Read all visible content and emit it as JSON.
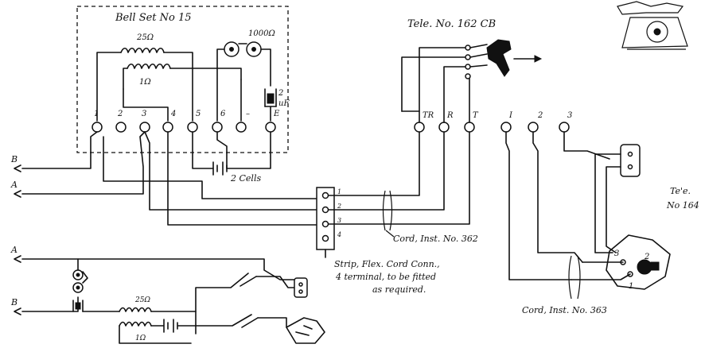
{
  "labels": {
    "bell_set_title": "Bell Set No 15",
    "tele_162_title": "Tele. No. 162 CB",
    "tele_164_line1": "Te'e.",
    "tele_164_line2": "No 164",
    "res_25": "25Ω",
    "res_1": "1Ω",
    "res_1000": "1000Ω",
    "cap_2uf_a": "2",
    "cap_2uf_b": "uF",
    "cells": "2 Cells",
    "cord_362": "Cord, Inst. No. 362",
    "cord_363": "Cord, Inst. No. 363",
    "strip_line1": "Strip, Flex. Cord Conn.,",
    "strip_line2": "4 terminal, to be fitted",
    "strip_line3": "as required.",
    "line_b_top": "B",
    "line_a_top": "A",
    "line_a_bottom": "A",
    "line_b_bottom": "B",
    "lower_res_25": "25Ω",
    "lower_res_1": "1Ω"
  },
  "bell_terminals": [
    "1",
    "2",
    "3",
    "4",
    "5",
    "6",
    "–",
    "E"
  ],
  "tele_162_terminals": [
    "TR",
    "R",
    "T",
    "I",
    "2",
    "3"
  ],
  "strip_terminals": [
    "1",
    "2",
    "3",
    "4"
  ],
  "tele_164_terminals": [
    "3",
    "2",
    "1"
  ]
}
